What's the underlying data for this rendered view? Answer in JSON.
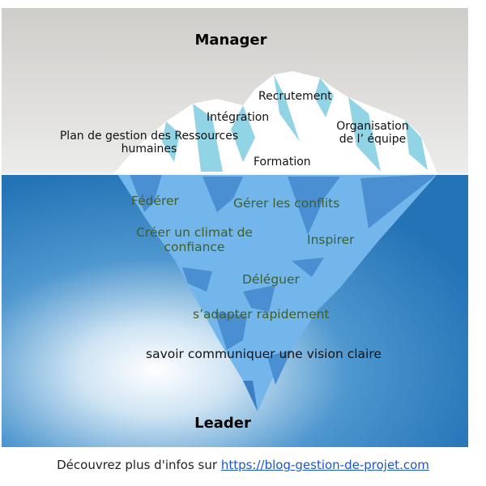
{
  "diagram": {
    "top_title": "Manager",
    "bottom_title": "Leader",
    "above_water": [
      {
        "id": "recrutement",
        "text": "Recrutement"
      },
      {
        "id": "integration",
        "text": "Intégration"
      },
      {
        "id": "plan",
        "line1": "Plan de gestion des Ressources",
        "line2": "humaines"
      },
      {
        "id": "organisation",
        "line1": "Organisation",
        "line2": "de l’ équipe"
      },
      {
        "id": "formation",
        "text": "Formation"
      }
    ],
    "below_water": [
      {
        "id": "federer",
        "text": "Fédérer"
      },
      {
        "id": "conflits",
        "text": "Gérer les conflits"
      },
      {
        "id": "climat",
        "line1": "Créer un climat de",
        "line2": "confiance"
      },
      {
        "id": "inspirer",
        "text": "Inspirer"
      },
      {
        "id": "deleguer",
        "text": "Déléguer"
      },
      {
        "id": "adapter",
        "text": "s’adapter rapidement"
      },
      {
        "id": "vision",
        "text": "savoir communiquer une vision claire"
      }
    ],
    "colors": {
      "sky": "#dcdbd8",
      "water": "#2a7fbf",
      "ice": "#ffffff",
      "ice_shade": "#8fd3e3",
      "underwater_ice": "#6fb3ea",
      "underwater_shade": "#3e84c8"
    }
  },
  "footer": {
    "prefix": "Découvrez plus d'infos sur ",
    "link": "https://blog-gestion-de-projet.com"
  }
}
